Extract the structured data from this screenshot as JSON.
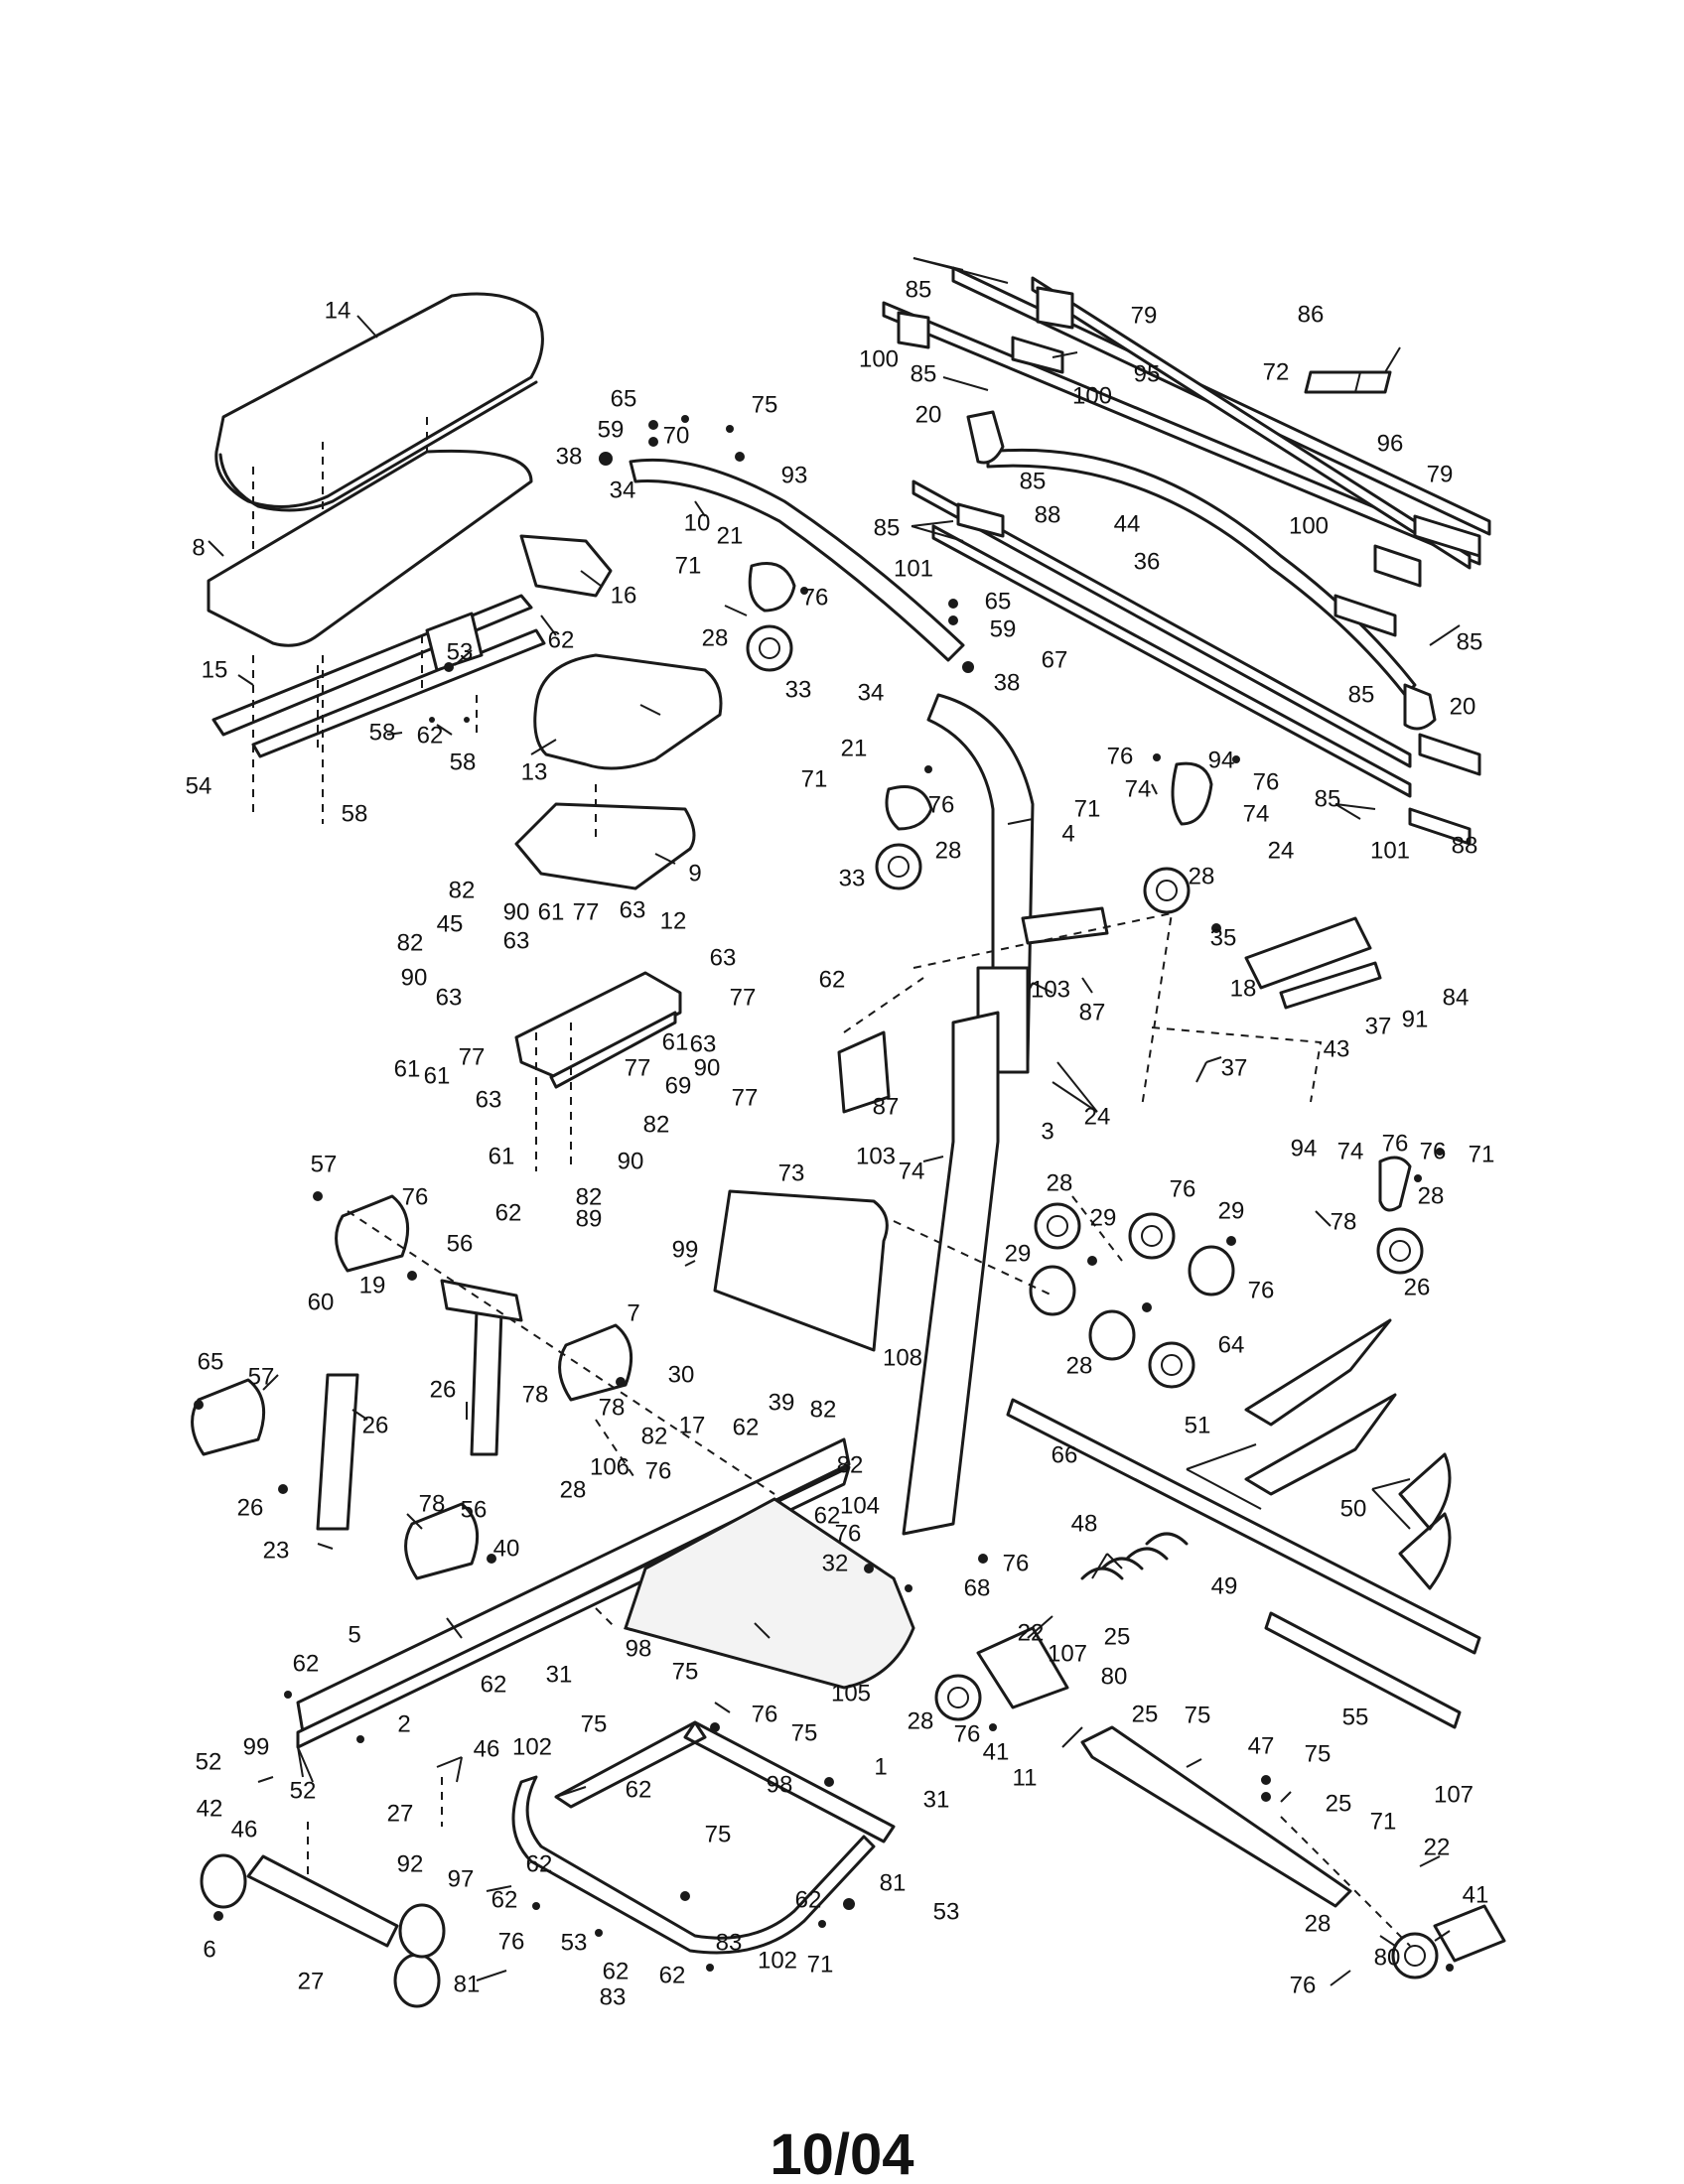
{
  "page": {
    "footer": "10/04"
  },
  "callouts": [
    {
      "label": "14"
    },
    {
      "label": "8"
    },
    {
      "label": "16"
    },
    {
      "label": "62"
    },
    {
      "label": "15"
    },
    {
      "label": "53"
    },
    {
      "label": "58"
    },
    {
      "label": "62"
    },
    {
      "label": "58"
    },
    {
      "label": "54"
    },
    {
      "label": "58"
    },
    {
      "label": "65"
    },
    {
      "label": "59"
    },
    {
      "label": "38"
    },
    {
      "label": "34"
    },
    {
      "label": "70"
    },
    {
      "label": "75"
    },
    {
      "label": "93"
    },
    {
      "label": "10"
    },
    {
      "label": "21"
    },
    {
      "label": "71"
    },
    {
      "label": "76"
    },
    {
      "label": "28"
    },
    {
      "label": "33"
    },
    {
      "label": "65"
    },
    {
      "label": "59"
    },
    {
      "label": "38"
    },
    {
      "label": "34"
    },
    {
      "label": "13"
    },
    {
      "label": "9"
    },
    {
      "label": "21"
    },
    {
      "label": "71"
    },
    {
      "label": "76"
    },
    {
      "label": "33"
    },
    {
      "label": "28"
    },
    {
      "label": "4"
    },
    {
      "label": "85"
    },
    {
      "label": "79"
    },
    {
      "label": "100"
    },
    {
      "label": "85"
    },
    {
      "label": "100"
    },
    {
      "label": "95"
    },
    {
      "label": "20"
    },
    {
      "label": "85"
    },
    {
      "label": "44"
    },
    {
      "label": "85"
    },
    {
      "label": "88"
    },
    {
      "label": "101"
    },
    {
      "label": "36"
    },
    {
      "label": "67"
    },
    {
      "label": "86"
    },
    {
      "label": "72"
    },
    {
      "label": "96"
    },
    {
      "label": "79"
    },
    {
      "label": "100"
    },
    {
      "label": "85"
    },
    {
      "label": "85"
    },
    {
      "label": "20"
    },
    {
      "label": "85"
    },
    {
      "label": "101"
    },
    {
      "label": "88"
    },
    {
      "label": "76"
    },
    {
      "label": "74"
    },
    {
      "label": "94"
    },
    {
      "label": "76"
    },
    {
      "label": "71"
    },
    {
      "label": "74"
    },
    {
      "label": "24"
    },
    {
      "label": "28"
    },
    {
      "label": "35"
    },
    {
      "label": "18"
    },
    {
      "label": "37"
    },
    {
      "label": "91"
    },
    {
      "label": "84"
    },
    {
      "label": "37"
    },
    {
      "label": "43"
    },
    {
      "label": "82"
    },
    {
      "label": "45"
    },
    {
      "label": "90"
    },
    {
      "label": "61"
    },
    {
      "label": "77"
    },
    {
      "label": "63"
    },
    {
      "label": "12"
    },
    {
      "label": "82"
    },
    {
      "label": "63"
    },
    {
      "label": "90"
    },
    {
      "label": "63"
    },
    {
      "label": "63"
    },
    {
      "label": "77"
    },
    {
      "label": "61"
    },
    {
      "label": "77"
    },
    {
      "label": "61"
    },
    {
      "label": "63"
    },
    {
      "label": "63"
    },
    {
      "label": "61"
    },
    {
      "label": "90"
    },
    {
      "label": "77"
    },
    {
      "label": "77"
    },
    {
      "label": "69"
    },
    {
      "label": "61"
    },
    {
      "label": "90"
    },
    {
      "label": "82"
    },
    {
      "label": "82"
    },
    {
      "label": "62"
    },
    {
      "label": "89"
    },
    {
      "label": "62"
    },
    {
      "label": "103"
    },
    {
      "label": "87"
    },
    {
      "label": "103"
    },
    {
      "label": "87"
    },
    {
      "label": "3"
    },
    {
      "label": "24"
    },
    {
      "label": "74"
    },
    {
      "label": "94"
    },
    {
      "label": "74"
    },
    {
      "label": "76"
    },
    {
      "label": "76"
    },
    {
      "label": "71"
    },
    {
      "label": "28"
    },
    {
      "label": "78"
    },
    {
      "label": "26"
    },
    {
      "label": "57"
    },
    {
      "label": "76"
    },
    {
      "label": "56"
    },
    {
      "label": "19"
    },
    {
      "label": "60"
    },
    {
      "label": "26"
    },
    {
      "label": "78"
    },
    {
      "label": "7"
    },
    {
      "label": "78"
    },
    {
      "label": "26"
    },
    {
      "label": "65"
    },
    {
      "label": "57"
    },
    {
      "label": "26"
    },
    {
      "label": "56"
    },
    {
      "label": "78"
    },
    {
      "label": "23"
    },
    {
      "label": "40"
    },
    {
      "label": "73"
    },
    {
      "label": "99"
    },
    {
      "label": "30"
    },
    {
      "label": "108"
    },
    {
      "label": "39"
    },
    {
      "label": "82"
    },
    {
      "label": "62"
    },
    {
      "label": "17"
    },
    {
      "label": "82"
    },
    {
      "label": "106"
    },
    {
      "label": "76"
    },
    {
      "label": "82"
    },
    {
      "label": "62"
    },
    {
      "label": "104"
    },
    {
      "label": "76"
    },
    {
      "label": "32"
    },
    {
      "label": "28"
    },
    {
      "label": "28"
    },
    {
      "label": "76"
    },
    {
      "label": "29"
    },
    {
      "label": "29"
    },
    {
      "label": "76"
    },
    {
      "label": "29"
    },
    {
      "label": "28"
    },
    {
      "label": "64"
    },
    {
      "label": "66"
    },
    {
      "label": "76"
    },
    {
      "label": "68"
    },
    {
      "label": "51"
    },
    {
      "label": "48"
    },
    {
      "label": "49"
    },
    {
      "label": "50"
    },
    {
      "label": "55"
    },
    {
      "label": "5"
    },
    {
      "label": "62"
    },
    {
      "label": "62"
    },
    {
      "label": "2"
    },
    {
      "label": "105"
    },
    {
      "label": "99"
    },
    {
      "label": "52"
    },
    {
      "label": "52"
    },
    {
      "label": "46"
    },
    {
      "label": "46"
    },
    {
      "label": "27"
    },
    {
      "label": "42"
    },
    {
      "label": "92"
    },
    {
      "label": "97"
    },
    {
      "label": "76"
    },
    {
      "label": "6"
    },
    {
      "label": "27"
    },
    {
      "label": "81"
    },
    {
      "label": "31"
    },
    {
      "label": "98"
    },
    {
      "label": "75"
    },
    {
      "label": "75"
    },
    {
      "label": "76"
    },
    {
      "label": "75"
    },
    {
      "label": "98"
    },
    {
      "label": "1"
    },
    {
      "label": "102"
    },
    {
      "label": "62"
    },
    {
      "label": "75"
    },
    {
      "label": "31"
    },
    {
      "label": "81"
    },
    {
      "label": "53"
    },
    {
      "label": "62"
    },
    {
      "label": "62"
    },
    {
      "label": "53"
    },
    {
      "label": "62"
    },
    {
      "label": "83"
    },
    {
      "label": "62"
    },
    {
      "label": "83"
    },
    {
      "label": "102"
    },
    {
      "label": "62"
    },
    {
      "label": "71"
    },
    {
      "label": "22"
    },
    {
      "label": "107"
    },
    {
      "label": "25"
    },
    {
      "label": "80"
    },
    {
      "label": "28"
    },
    {
      "label": "76"
    },
    {
      "label": "41"
    },
    {
      "label": "11"
    },
    {
      "label": "25"
    },
    {
      "label": "75"
    },
    {
      "label": "47"
    },
    {
      "label": "75"
    },
    {
      "label": "25"
    },
    {
      "label": "71"
    },
    {
      "label": "107"
    },
    {
      "label": "22"
    },
    {
      "label": "41"
    },
    {
      "label": "28"
    },
    {
      "label": "80"
    },
    {
      "label": "76"
    }
  ]
}
